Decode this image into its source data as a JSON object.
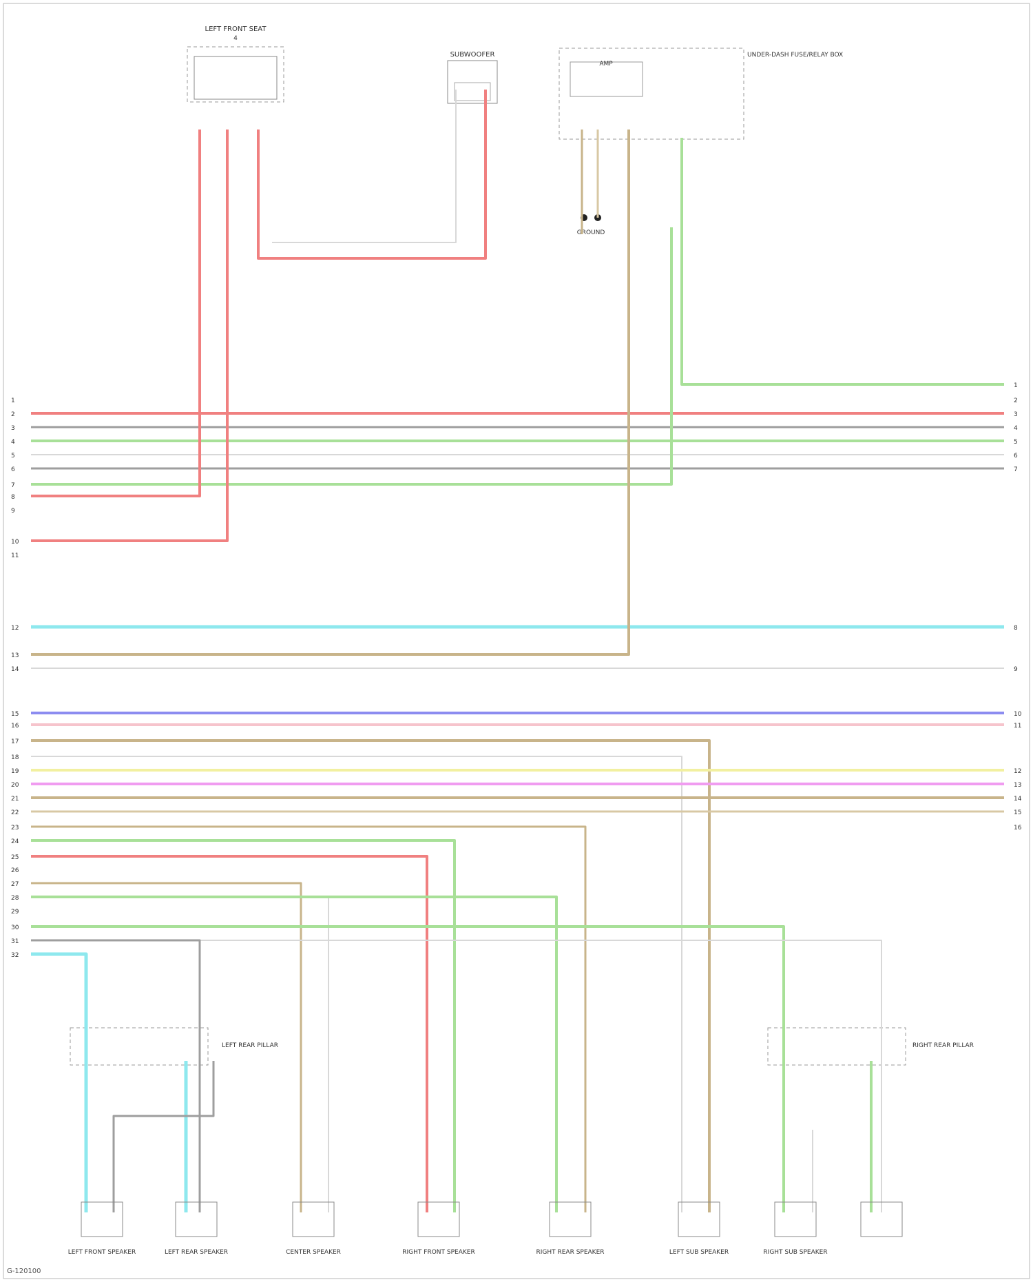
{
  "components": {
    "left_seat": "LEFT FRONT SEAT",
    "subwoofer": "SUBWOOFER",
    "amp": "AMP",
    "left_front_speaker": "LEFT FRONT SPEAKER",
    "left_rear_speaker": "LEFT REAR SPEAKER",
    "center_speaker": "CENTER SPEAKER",
    "right_front_speaker": "RIGHT FRONT SPEAKER",
    "right_rear_speaker": "RIGHT REAR SPEAKER",
    "left_sub_speaker": "LEFT SUB SPEAKER",
    "right_sub_speaker": "RIGHT SUB SPEAKER",
    "radio_ground": "GROUND",
    "amp_box_note": "UNDER-DASH FUSE/RELAY BOX",
    "junction_left_note": "LEFT REAR PILLAR",
    "junction_right_note": "RIGHT REAR PILLAR"
  },
  "wires": {
    "red": "RED",
    "wht": "WHT",
    "gry": "GRY",
    "grn": "GRN",
    "blk": "BLK",
    "blu": "BLU",
    "lt_blu": "LT BLU",
    "yel": "YEL",
    "pnk": "PNK",
    "brn": "BRN",
    "org": "ORG"
  },
  "connector_left_pins": [
    "1",
    "2",
    "3",
    "4",
    "5",
    "6",
    "7",
    "8",
    "9",
    "10",
    "11",
    "12",
    "13",
    "14",
    "15",
    "16",
    "17",
    "18",
    "19",
    "20",
    "21",
    "22",
    "23",
    "24",
    "25",
    "26",
    "27",
    "28",
    "29",
    "30",
    "31",
    "32"
  ],
  "connector_right_pins": [
    "1",
    "2",
    "3",
    "4",
    "5",
    "6",
    "7",
    "8",
    "9",
    "10",
    "11",
    "12",
    "13",
    "14",
    "15",
    "16"
  ],
  "colors": {
    "red": "#f08080",
    "green": "#a8e098",
    "gray": "#9e9e9e",
    "lightgray": "#d8d8d8",
    "tan": "#c8b48a",
    "cyan": "#8ee8ee",
    "blue": "#8c8cf0",
    "pink": "#f6c4cc",
    "yellow": "#f2f0a0",
    "magenta": "#f09cf0",
    "beige": "#d8c8a4"
  },
  "footer": "G-120100"
}
